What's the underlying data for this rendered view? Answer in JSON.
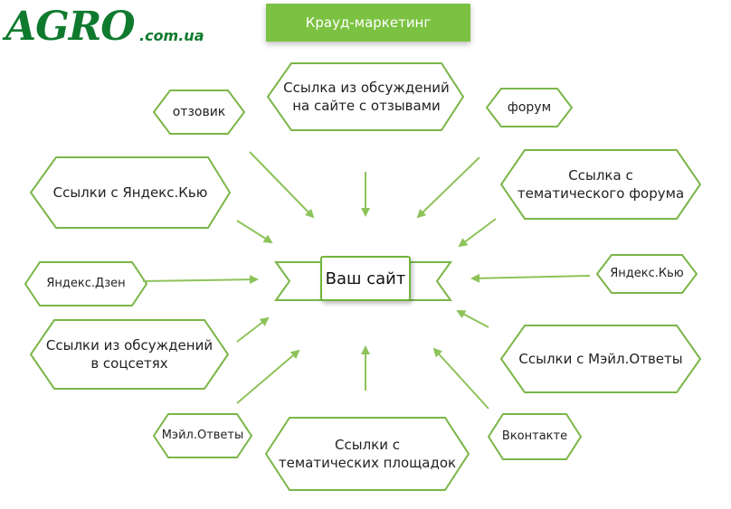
{
  "logo": {
    "brand": "AGRO",
    "domain": ".com.ua"
  },
  "header": {
    "title": "Крауд-маркетинг"
  },
  "center": {
    "label": "Ваш сайт"
  },
  "nodes": [
    {
      "id": "otzovik",
      "label": "отзовик"
    },
    {
      "id": "review-site-discussions",
      "label": "Ссылка из обсуждений\nна сайте с отзывами"
    },
    {
      "id": "forum",
      "label": "форум"
    },
    {
      "id": "yandex-q-links",
      "label": "Ссылки с Яндекс.Кью"
    },
    {
      "id": "thematic-forum-link",
      "label": "Ссылка с\nтематического форума"
    },
    {
      "id": "yandex-zen",
      "label": "Яндекс.Дзен"
    },
    {
      "id": "yandex-q",
      "label": "Яндекс.Кью"
    },
    {
      "id": "social-discussions",
      "label": "Ссылки из обсуждений\nв соцсетях"
    },
    {
      "id": "mail-answers-links",
      "label": "Ссылки с Мэйл.Ответы"
    },
    {
      "id": "mail-answers",
      "label": "Мэйл.Ответы"
    },
    {
      "id": "thematic-platforms",
      "label": "Ссылки с\nтематических площадок"
    },
    {
      "id": "vkontakte",
      "label": "Вконтакте"
    }
  ],
  "colors": {
    "accent": "#7cc242",
    "outline": "#7ab648",
    "arrow": "#8dc35a",
    "logo": "#0f7a2e"
  }
}
